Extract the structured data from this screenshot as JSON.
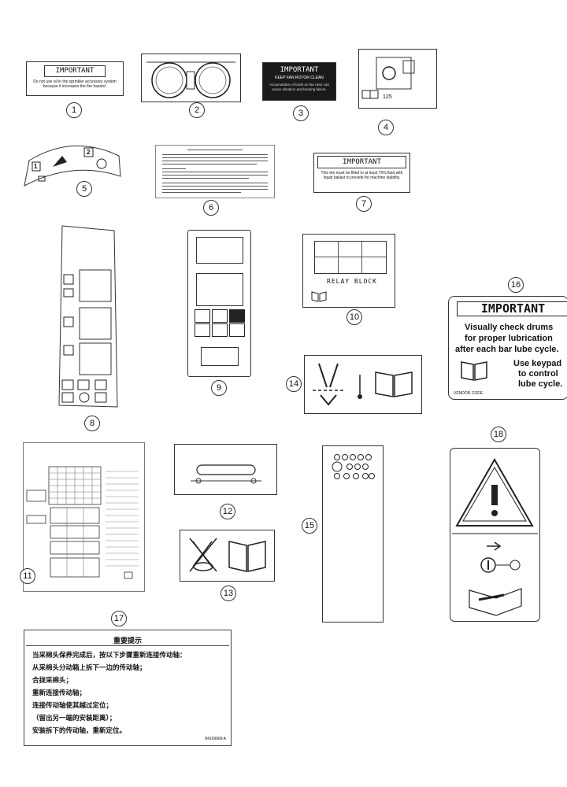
{
  "callouts": [
    "1",
    "2",
    "3",
    "4",
    "5",
    "6",
    "7",
    "8",
    "9",
    "10",
    "11",
    "12",
    "13",
    "14",
    "15",
    "16",
    "17",
    "18"
  ],
  "decal1": {
    "title": "IMPORTANT",
    "body": "Do not use oil in the sprinkler accessory system because it increases the fire hazard."
  },
  "decal3": {
    "title": "IMPORTANT",
    "subtitle": "KEEP FAN ROTOR CLEAN",
    "body": "Accumulation of trash on fan rotor can cause vibration and bearing failure."
  },
  "decal4": {
    "value": "125"
  },
  "decal5": {
    "step1": "1",
    "step2": "2"
  },
  "decal7": {
    "title": "IMPORTANT",
    "body": "This tire must be filled to at least 75% fluid with liquid ballast to provide for machine stability."
  },
  "decal10": {
    "caption": "RELAY BLOCK"
  },
  "decal16": {
    "title": "IMPORTANT",
    "line1": "Visually check drums",
    "line2": "for proper lubrication",
    "line3": "after each bar lube cycle.",
    "line4": "Use keypad",
    "line5": "to control",
    "line6": "lube cycle.",
    "footer_left": "VENDOR CODE"
  },
  "decal17": {
    "title": "重要提示",
    "lines": [
      "当采棉头保养完成后，按以下步骤重新连接传动轴：",
      "从采棉头分动箱上拆下一边的传动轴；",
      "合拢采棉头；",
      "重新连接传动轴；",
      "连接传动轴使其越过定位；",
      "（留出另一端的安装距离）；",
      "安装拆下的传动轴，重新定位。"
    ],
    "part_no": "84169969 A"
  },
  "colors": {
    "ink": "#111111",
    "decal_dark": "#1a1a1a",
    "paper": "#ffffff"
  }
}
